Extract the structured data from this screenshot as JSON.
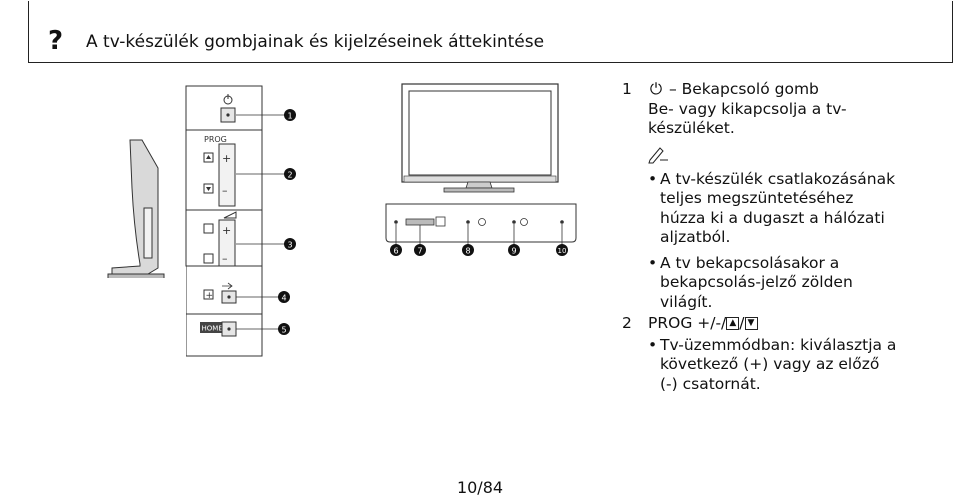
{
  "header": {
    "icon": "question-mark-icon",
    "title": "A tv-készülék gombjainak és kijelzéseinek áttekintése"
  },
  "figure": {
    "prog_label": "PROG",
    "home_label": "HOME",
    "callouts": [
      "1",
      "2",
      "3",
      "4",
      "5",
      "6",
      "7",
      "8",
      "9",
      "10"
    ]
  },
  "items": [
    {
      "number": "1",
      "icon": "power-icon",
      "title": "– Bekapcsoló gomb",
      "lines": [
        "Be- vagy kikapcsolja a tv-",
        "készüléket."
      ],
      "note_icon": "pencil-note-icon",
      "bullets": [
        [
          "A tv-készülék csatlakozásának",
          "teljes megszüntetéséhez",
          "húzza ki a dugaszt a hálózati",
          "aljzatból."
        ],
        [
          "A tv bekapcsolásakor a",
          "bekapcsolás-jelző zölden",
          "világít."
        ]
      ]
    },
    {
      "number": "2",
      "title": "PROG +/-/",
      "title_icons": [
        "channel-up-icon",
        "channel-down-icon"
      ],
      "bullets": [
        [
          "Tv-üzemmódban: kiválasztja a",
          "következő (+) vagy az előző",
          "(-) csatornát."
        ]
      ]
    }
  ],
  "footer": {
    "page": "10/84"
  }
}
